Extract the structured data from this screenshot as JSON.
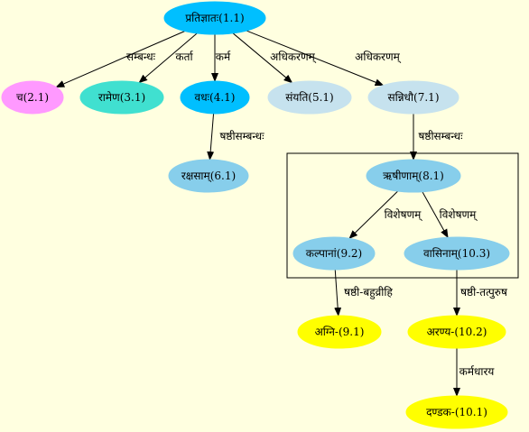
{
  "nodes": [
    {
      "id": "n1_1",
      "label": "प्रतिज्ञातः(1.1)",
      "color": "#00BFFF"
    },
    {
      "id": "n2_1",
      "label": "च(2.1)",
      "color": "#FF99FF"
    },
    {
      "id": "n3_1",
      "label": "रामेण(3.1)",
      "color": "#40E0D0"
    },
    {
      "id": "n4_1",
      "label": "वधः(4.1)",
      "color": "#00BFFF"
    },
    {
      "id": "n5_1",
      "label": "संयति(5.1)",
      "color": "#C6E2EE"
    },
    {
      "id": "n7_1",
      "label": "सन्निधौ(7.1)",
      "color": "#C6E2EE"
    },
    {
      "id": "n6_1",
      "label": "रक्षसाम्(6.1)",
      "color": "#87CEEB"
    },
    {
      "id": "n8_1",
      "label": "ऋषीणाम्(8.1)",
      "color": "#87CEEB"
    },
    {
      "id": "n9_2",
      "label": "कल्पानां(9.2)",
      "color": "#87CEEB"
    },
    {
      "id": "n10_3",
      "label": "वासिनाम्(10.3)",
      "color": "#87CEEB"
    },
    {
      "id": "n9_1",
      "label": "अग्नि-(9.1)",
      "color": "#FFFF00"
    },
    {
      "id": "n10_2",
      "label": "अरण्य-(10.2)",
      "color": "#FFFF00"
    },
    {
      "id": "n10_1",
      "label": "दण्डक-(10.1)",
      "color": "#FFFF00"
    }
  ],
  "edges": [
    {
      "from": "n1_1",
      "to": "n2_1",
      "label": "सम्बन्धः"
    },
    {
      "from": "n1_1",
      "to": "n3_1",
      "label": "कर्ता"
    },
    {
      "from": "n1_1",
      "to": "n4_1",
      "label": "कर्म"
    },
    {
      "from": "n1_1",
      "to": "n5_1",
      "label": "अधिकरणम्"
    },
    {
      "from": "n1_1",
      "to": "n7_1",
      "label": "अधिकरणम्"
    },
    {
      "from": "n4_1",
      "to": "n6_1",
      "label": "षष्ठीसम्बन्धः"
    },
    {
      "from": "n7_1",
      "to": "n8_1",
      "label": "षष्ठीसम्बन्धः"
    },
    {
      "from": "n8_1",
      "to": "n9_2",
      "label": "विशेषणम्"
    },
    {
      "from": "n8_1",
      "to": "n10_3",
      "label": "विशेषणम्"
    },
    {
      "from": "n9_2",
      "to": "n9_1",
      "label": "षष्ठी-बहुव्रीहि"
    },
    {
      "from": "n10_3",
      "to": "n10_2",
      "label": "षष्ठी-तत्पुरुष"
    },
    {
      "from": "n10_2",
      "to": "n10_1",
      "label": "कर्मधारय"
    }
  ],
  "cluster": {
    "members": [
      "n8_1",
      "n9_2",
      "n10_3"
    ]
  }
}
